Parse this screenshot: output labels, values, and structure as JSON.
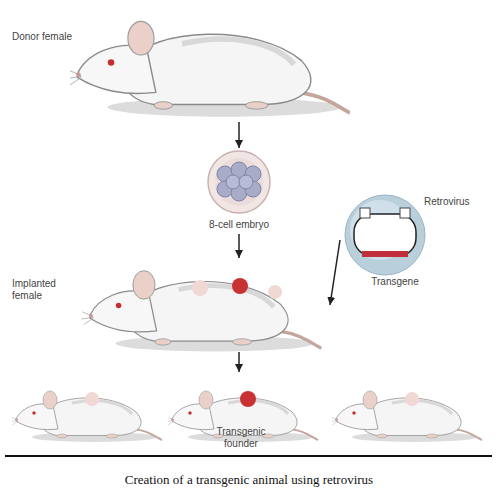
{
  "diagram": {
    "caption": "Creation of a transgenic animal using retrovirus",
    "nodes": [
      {
        "text": [
          "Donor female"
        ]
      },
      {
        "text": [
          "8-cell embryo"
        ]
      },
      {
        "text": [
          "Retrovirus",
          "Transgene"
        ]
      },
      {
        "text": [
          "Implanted female"
        ]
      },
      {
        "text": [
          "Transgenic founder"
        ]
      }
    ],
    "edges": [
      {
        "from": 0,
        "to": 1,
        "arrow": "to"
      },
      {
        "from": 1,
        "to": 3,
        "arrow": "to"
      },
      {
        "from": 2,
        "to": 3,
        "arrow": "to"
      },
      {
        "from": 3,
        "to": 4,
        "arrow": "to"
      }
    ]
  }
}
